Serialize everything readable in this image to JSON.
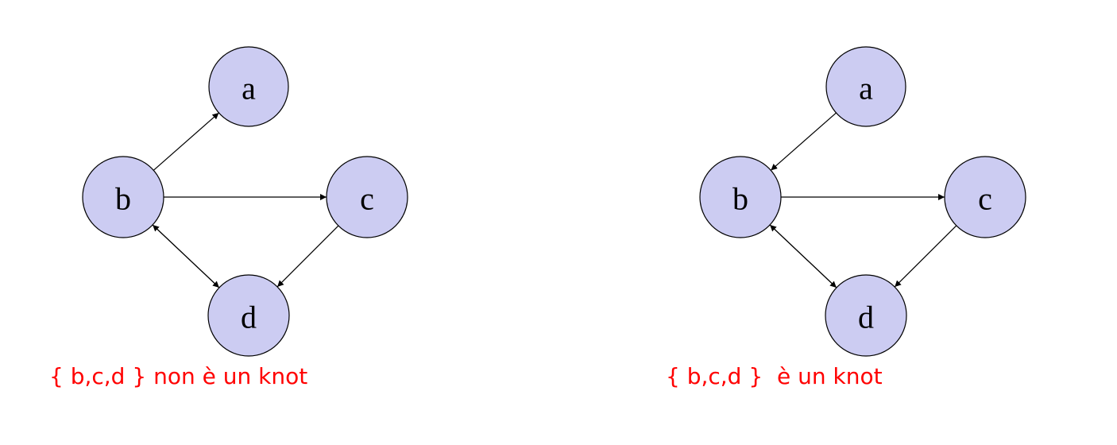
{
  "colors": {
    "node_fill": "#ccccf2",
    "caption": "#ff0000"
  },
  "graphs": [
    {
      "caption": "{ b,c,d } non è un knot",
      "nodes": [
        {
          "id": "a",
          "label": "a"
        },
        {
          "id": "b",
          "label": "b"
        },
        {
          "id": "c",
          "label": "c"
        },
        {
          "id": "d",
          "label": "d"
        }
      ],
      "edges": [
        {
          "from": "b",
          "to": "a"
        },
        {
          "from": "b",
          "to": "c"
        },
        {
          "from": "b",
          "to": "d"
        },
        {
          "from": "c",
          "to": "d"
        },
        {
          "from": "d",
          "to": "b"
        }
      ]
    },
    {
      "caption": "{ b,c,d }  è un knot",
      "nodes": [
        {
          "id": "a",
          "label": "a"
        },
        {
          "id": "b",
          "label": "b"
        },
        {
          "id": "c",
          "label": "c"
        },
        {
          "id": "d",
          "label": "d"
        }
      ],
      "edges": [
        {
          "from": "a",
          "to": "b"
        },
        {
          "from": "b",
          "to": "c"
        },
        {
          "from": "b",
          "to": "d"
        },
        {
          "from": "c",
          "to": "d"
        },
        {
          "from": "d",
          "to": "b"
        }
      ]
    }
  ]
}
